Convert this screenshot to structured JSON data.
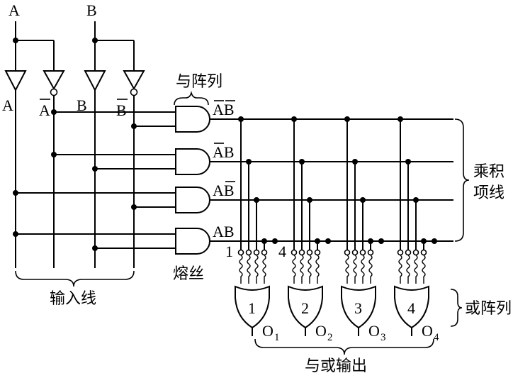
{
  "inputs": {
    "a": "A",
    "b": "B"
  },
  "buffer_labels": {
    "a": "A",
    "a_bar": "A",
    "b": "B",
    "b_bar": "B"
  },
  "product_terms": [
    {
      "first": "A",
      "second": "B",
      "first_bar": true,
      "second_bar": true
    },
    {
      "first": "A",
      "second": "B",
      "first_bar": true,
      "second_bar": false
    },
    {
      "first": "A",
      "second": "B",
      "first_bar": false,
      "second_bar": true
    },
    {
      "first": "A",
      "second": "B",
      "first_bar": false,
      "second_bar": false
    }
  ],
  "or_gates": [
    "1",
    "2",
    "3",
    "4"
  ],
  "outputs": [
    {
      "letter": "O",
      "sub": "1"
    },
    {
      "letter": "O",
      "sub": "2"
    },
    {
      "letter": "O",
      "sub": "3"
    },
    {
      "letter": "O",
      "sub": "4"
    }
  ],
  "fuse_index_labels": {
    "first": "1",
    "last": "4"
  },
  "labels": {
    "and_array": "与阵列",
    "product_lines_1": "乘积",
    "product_lines_2": "项线",
    "fuse": "熔丝",
    "input_lines": "输入线",
    "or_array": "或阵列",
    "and_or_output": "与或输出"
  }
}
